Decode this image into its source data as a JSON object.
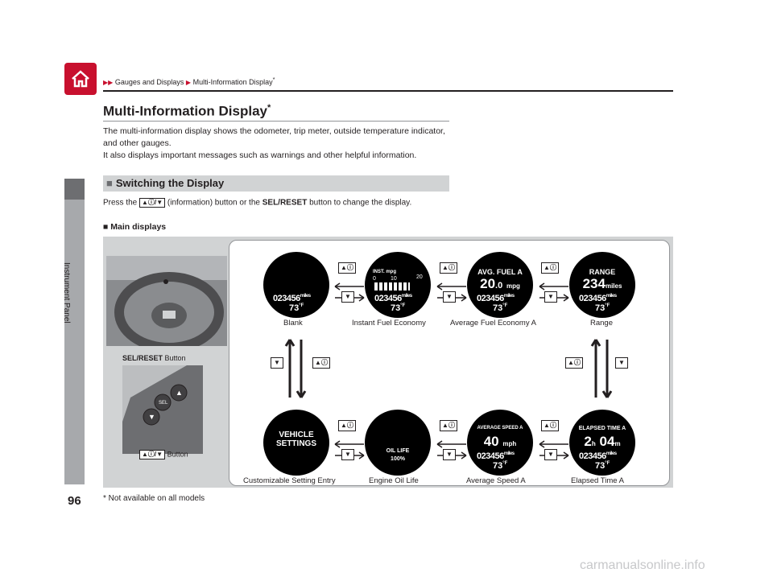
{
  "header": {
    "home_icon": "home-icon",
    "breadcrumb_1": "Gauges and Displays",
    "breadcrumb_2": "Multi-Information Display",
    "breadcrumb_star": "*"
  },
  "sidebar": {
    "label": "Instrument Panel"
  },
  "page_number": "96",
  "title": {
    "text": "Multi-Information Display",
    "star": "*"
  },
  "intro": {
    "line1": "The multi-information display shows the odometer, trip meter, outside temperature indicator, and other gauges.",
    "line2": "It also displays important messages such as warnings and other helpful information."
  },
  "section": {
    "title": "Switching the Display"
  },
  "press": {
    "before": "Press the",
    "icon": "/",
    "middle": "(information) button or the",
    "bold": "SEL/RESET",
    "after": "button to change the display."
  },
  "main_displays": "Main displays",
  "figure": {
    "sel_bold": "SEL/RESET",
    "sel_rest": "Button",
    "info_icon": "/",
    "info_rest": "Button",
    "reset_text": "SEL/\nRESET",
    "odometer": "023456",
    "odometer_unit": "miles",
    "temp": "73",
    "temp_unit": "°F",
    "displays": [
      {
        "caption": "Blank"
      },
      {
        "caption": "Instant Fuel Economy",
        "title": "INST. mpg",
        "scale_0": "0",
        "scale_10": "10",
        "scale_20": "20"
      },
      {
        "caption": "Average Fuel Economy A",
        "title": "AVG. FUEL A",
        "value": "20",
        "value_dec": ".0",
        "unit": "mpg"
      },
      {
        "caption": "Range",
        "title": "RANGE",
        "value": "234",
        "unit": "miles"
      },
      {
        "caption": "Customizable Setting Entry",
        "title": "VEHICLE SETTINGS"
      },
      {
        "caption": "Engine Oil Life",
        "title": "OIL LIFE",
        "value": "100%"
      },
      {
        "caption": "Average Speed A",
        "title": "AVERAGE SPEED A",
        "value": "40",
        "unit": "mph"
      },
      {
        "caption": "Elapsed Time A",
        "title": "ELAPSED TIME A",
        "hours": "2",
        "h": "h",
        "mins": "04",
        "m": "m"
      }
    ]
  },
  "footnote": "* Not available on all models",
  "watermark": "carmanualsonline.info",
  "colors": {
    "accent": "#c8102e",
    "section_bg": "#d1d3d4",
    "sidebar": "#a7a9ac"
  }
}
